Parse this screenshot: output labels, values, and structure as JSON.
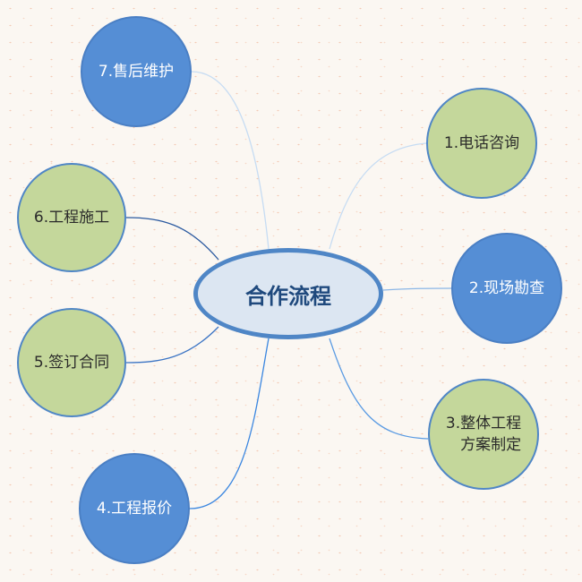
{
  "center": {
    "label": "合作流程"
  },
  "nodes": [
    {
      "label": "1.电话咨询",
      "color": "green"
    },
    {
      "label": "2.现场勘查",
      "color": "blue"
    },
    {
      "label": "3.整体工程\n方案制定",
      "color": "green"
    },
    {
      "label": "4.工程报价",
      "color": "blue"
    },
    {
      "label": "5.签订合同",
      "color": "green"
    },
    {
      "label": "6.工程施工",
      "color": "green"
    },
    {
      "label": "7.售后维护",
      "color": "blue"
    }
  ],
  "colors": {
    "green": "#c4d79b",
    "blue": "#558ed5",
    "border": "#4f86c6",
    "center_fill": "#dce6f2"
  }
}
